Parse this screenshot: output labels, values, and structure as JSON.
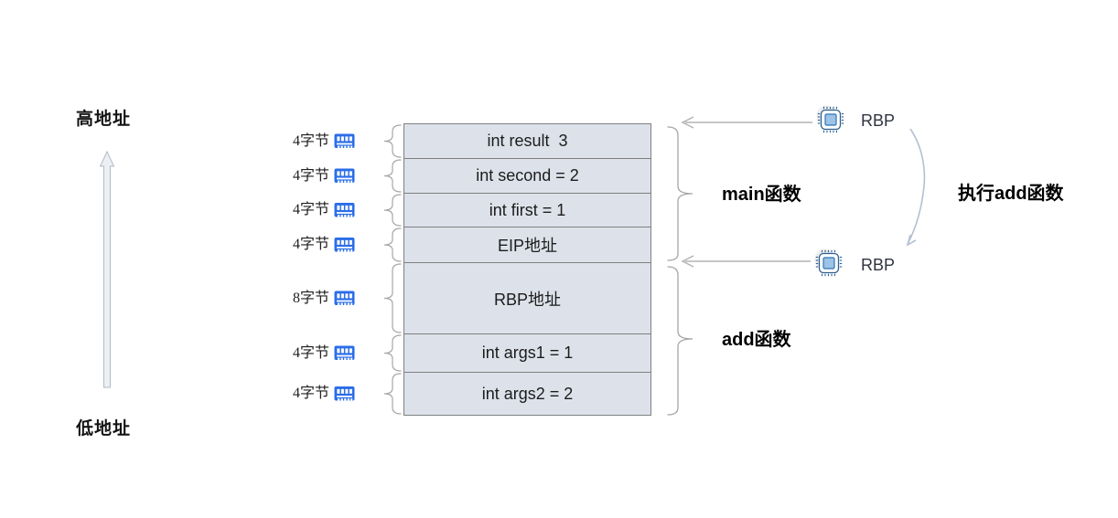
{
  "address_axis": {
    "high": "高地址",
    "low": "低地址"
  },
  "stack": {
    "rows": [
      {
        "size": "4字节",
        "label": "int result  3"
      },
      {
        "size": "4字节",
        "label": "int second = 2"
      },
      {
        "size": "4字节",
        "label": "int first = 1"
      },
      {
        "size": "4字节",
        "label": "EIP地址"
      },
      {
        "size": "8字节",
        "label": "RBP地址"
      },
      {
        "size": "4字节",
        "label": "int args1 = 1"
      },
      {
        "size": "4字节",
        "label": "int args2 = 2"
      }
    ]
  },
  "frames": {
    "main": "main函数",
    "add": "add函数"
  },
  "registers": {
    "top": "RBP",
    "bottom": "RBP"
  },
  "annotation": {
    "execute": "执行add函数"
  },
  "icons": {
    "byte_icon": "ram-memory-icon",
    "pointer_icon": "cpu-chip-icon"
  },
  "colors": {
    "box_fill": "#dde2ea",
    "box_border": "#7f7f7f",
    "ram_blue": "#2b6de8",
    "chip_stroke": "#2e6091",
    "chip_inner_fill": "#9dc3e6",
    "brace_gray": "#a6a6a6",
    "arrow_gray": "#b8b8b8",
    "arc_blue_gray": "#b4c0d0"
  }
}
